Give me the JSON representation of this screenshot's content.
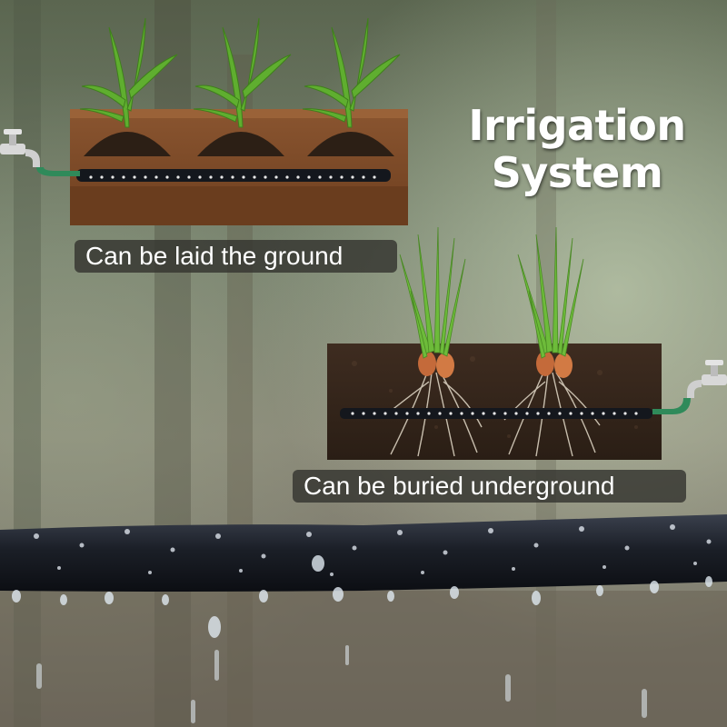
{
  "title": {
    "line1": "Irrigation",
    "line2": "System"
  },
  "captions": {
    "ground": "Can be laid the ground",
    "underground": "Can be buried underground"
  },
  "colors": {
    "soil_brown": "#7a4a26",
    "soil_dark": "#3a2a1e",
    "hose_black": "#1a1d24",
    "hose_fitting": "#2f8a5a",
    "leaf_green": "#5fae2f",
    "caption_bg": "#343430"
  },
  "icons": {
    "faucet_left": "water-faucet-icon",
    "faucet_right": "water-faucet-icon"
  }
}
